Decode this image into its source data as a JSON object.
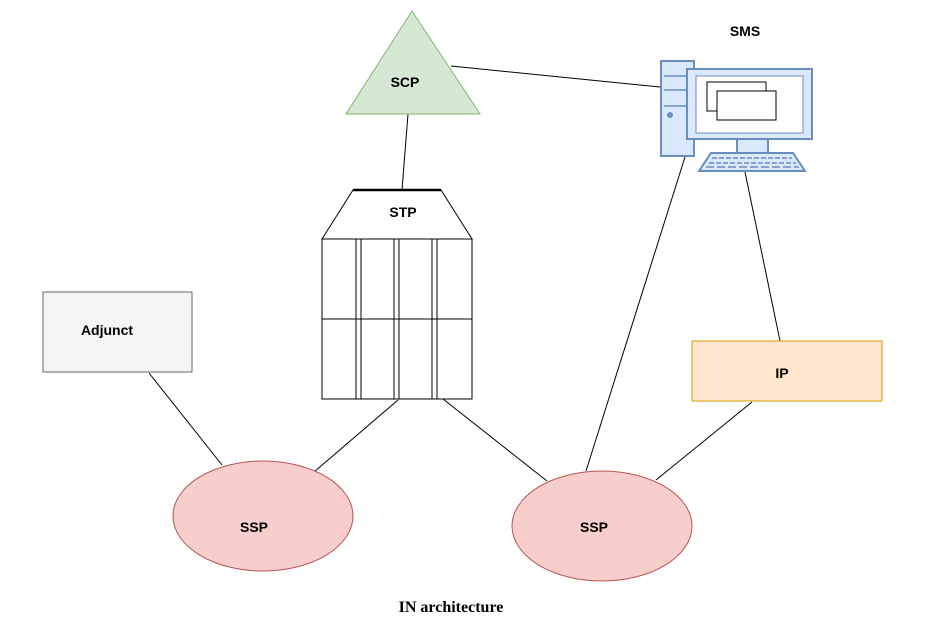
{
  "nodes": {
    "scp": {
      "label": "SCP",
      "shape": "triangle",
      "fill": "#d5e8d4",
      "stroke": "#82b366"
    },
    "sms": {
      "label": "SMS",
      "shape": "computer-icon",
      "fill": "#dae8fc",
      "stroke": "#6c8ebf"
    },
    "stp": {
      "label": "STP",
      "shape": "switch-rack",
      "fill": "#ffffff",
      "stroke": "#000000"
    },
    "adjunct": {
      "label": "Adjunct",
      "shape": "rectangle",
      "fill": "#f5f5f5",
      "stroke": "#666666"
    },
    "ip": {
      "label": "IP",
      "shape": "rectangle",
      "fill": "#ffe6cc",
      "stroke": "#d79b00"
    },
    "ssp_left": {
      "label": "SSP",
      "shape": "ellipse",
      "fill": "#f8cecc",
      "stroke": "#b85450"
    },
    "ssp_right": {
      "label": "SSP",
      "shape": "ellipse",
      "fill": "#f8cecc",
      "stroke": "#b85450"
    }
  },
  "edges": [
    {
      "from": "scp",
      "to": "sms"
    },
    {
      "from": "scp",
      "to": "stp"
    },
    {
      "from": "stp",
      "to": "ssp_left"
    },
    {
      "from": "stp",
      "to": "ssp_right"
    },
    {
      "from": "adjunct",
      "to": "ssp_left"
    },
    {
      "from": "sms",
      "to": "ssp_right"
    },
    {
      "from": "sms",
      "to": "ip"
    },
    {
      "from": "ip",
      "to": "ssp_right"
    }
  ],
  "caption": "IN architecture"
}
